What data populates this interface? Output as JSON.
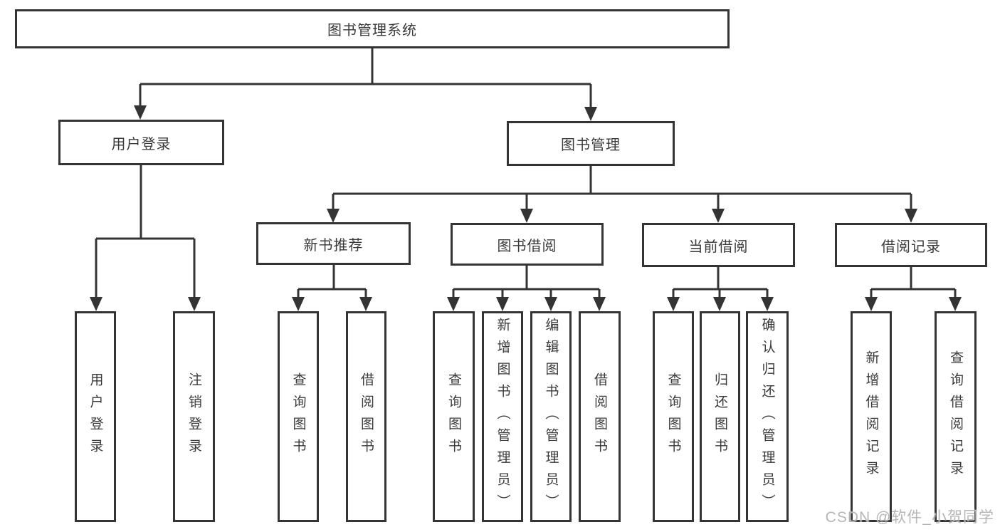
{
  "tree": {
    "label": "图书管理系统",
    "children": [
      {
        "label": "用户登录",
        "children": [
          {
            "label": "用户登录"
          },
          {
            "label": "注销登录"
          }
        ]
      },
      {
        "label": "图书管理",
        "children": [
          {
            "label": "新书推荐",
            "children": [
              {
                "label": "查询图书"
              },
              {
                "label": "借阅图书"
              }
            ]
          },
          {
            "label": "图书借阅",
            "children": [
              {
                "label": "查询图书"
              },
              {
                "label": "新增图书（管理员）"
              },
              {
                "label": "编辑图书（管理员）"
              },
              {
                "label": "借阅图书"
              }
            ]
          },
          {
            "label": "当前借阅",
            "children": [
              {
                "label": "查询图书"
              },
              {
                "label": "归还图书"
              },
              {
                "label": "确认归还（管理员）"
              }
            ]
          },
          {
            "label": "借阅记录",
            "children": [
              {
                "label": "新增借阅记录"
              },
              {
                "label": "查询借阅记录"
              }
            ]
          }
        ]
      }
    ]
  },
  "watermark": "CSDN @软件_小贺同学",
  "colors": {
    "line": "#343434",
    "text": "#3a3a3a",
    "watermark": "#b6b6b6",
    "background": "#ffffff"
  }
}
